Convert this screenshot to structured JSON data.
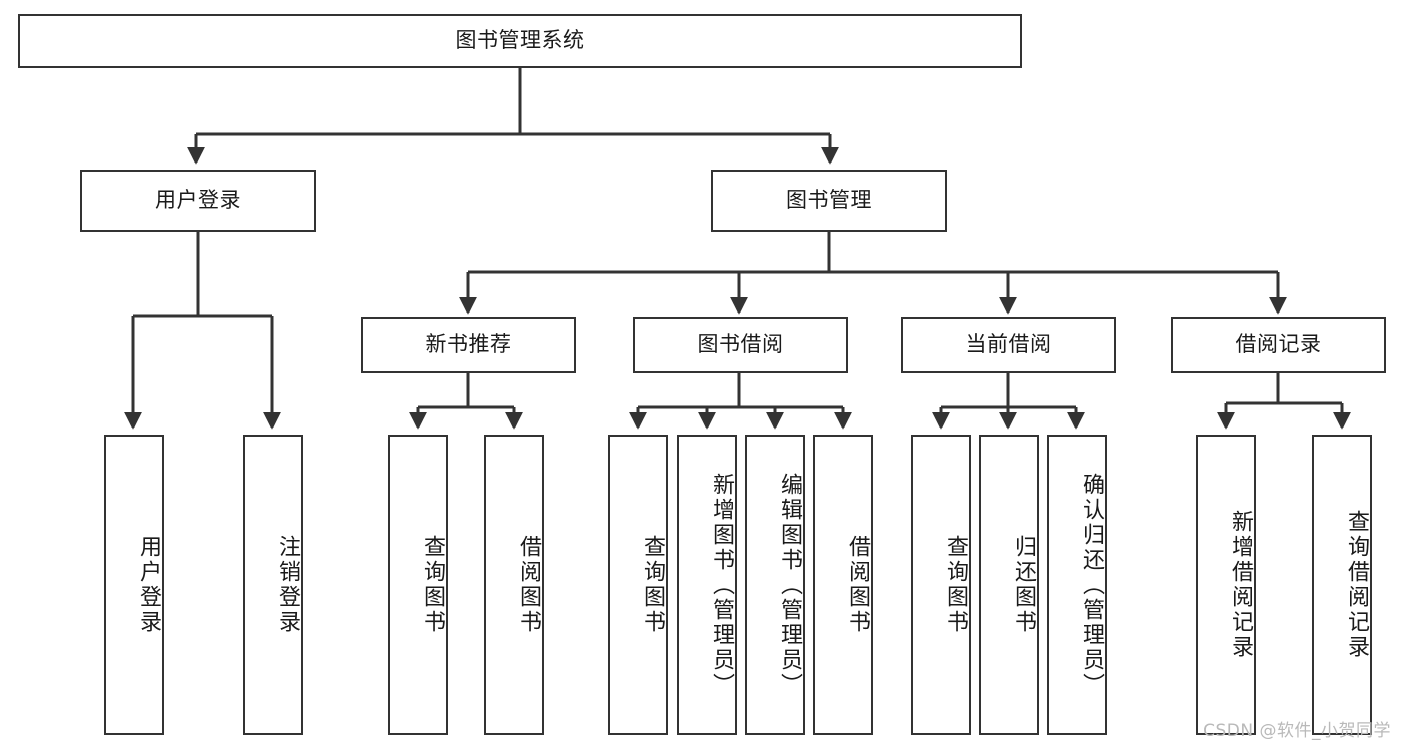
{
  "diagram": {
    "title": "图书管理系统",
    "watermark": "CSDN @软件_小贺同学",
    "colors": {
      "box_border": "#333333",
      "box_fill": "#ffffff",
      "edge": "#333333",
      "text": "#1a1a1a",
      "watermark": "#b9b9b9",
      "background": "#ffffff"
    },
    "nodes": {
      "root": {
        "label": "图书管理系统"
      },
      "level2": [
        {
          "id": "user-login",
          "label": "用户登录"
        },
        {
          "id": "book-management",
          "label": "图书管理"
        }
      ],
      "level3": [
        {
          "id": "new-book-recommend",
          "label": "新书推荐"
        },
        {
          "id": "book-borrow",
          "label": "图书借阅"
        },
        {
          "id": "current-borrow",
          "label": "当前借阅"
        },
        {
          "id": "borrow-record",
          "label": "借阅记录"
        }
      ],
      "leaves": {
        "user_login": [
          {
            "id": "leaf-user-login",
            "label": "用户登录"
          },
          {
            "id": "leaf-user-logout",
            "label": "注销登录"
          }
        ],
        "new_book_recommend": [
          {
            "id": "leaf-query-book-1",
            "label": "查询图书"
          },
          {
            "id": "leaf-borrow-book-1",
            "label": "借阅图书"
          }
        ],
        "book_borrow": [
          {
            "id": "leaf-query-book-2",
            "label": "查询图书"
          },
          {
            "id": "leaf-add-book",
            "label": "新增图书（管理员）"
          },
          {
            "id": "leaf-edit-book",
            "label": "编辑图书（管理员）"
          },
          {
            "id": "leaf-borrow-book-2",
            "label": "借阅图书"
          }
        ],
        "current_borrow": [
          {
            "id": "leaf-query-book-3",
            "label": "查询图书"
          },
          {
            "id": "leaf-return-book",
            "label": "归还图书"
          },
          {
            "id": "leaf-confirm-return",
            "label": "确认归还（管理员）"
          }
        ],
        "borrow_record": [
          {
            "id": "leaf-add-record",
            "label": "新增借阅记录"
          },
          {
            "id": "leaf-query-record",
            "label": "查询借阅记录"
          }
        ]
      }
    }
  }
}
